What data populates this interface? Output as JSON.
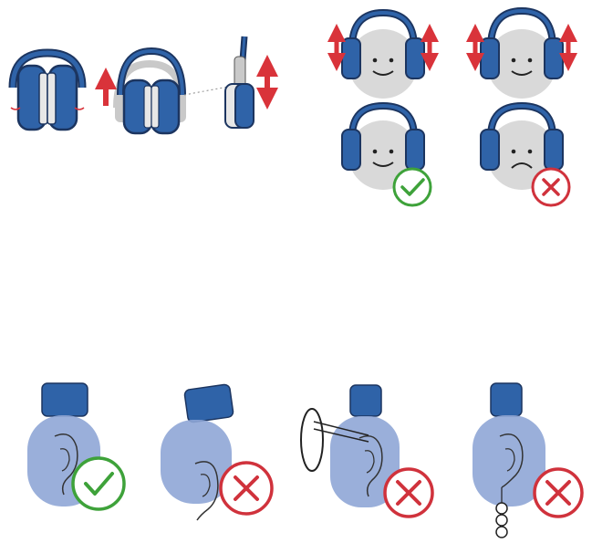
{
  "colors": {
    "cup_blue": "#2f63a8",
    "cup_outline": "#1c3560",
    "cushion_grey": "#e7e7e7",
    "head_grey": "#d9d9d9",
    "ghost_grey": "#c9c9c9",
    "arrow_red": "#d9333a",
    "ok_green": "#3ea23a",
    "bad_red": "#d0323c",
    "ear_fill": "#8fa6d6",
    "ear_pad_blue": "#2b5fa6"
  },
  "panels": {
    "adjust_steps": [
      "folded-earmuff",
      "extend-headband",
      "slide-cup"
    ],
    "fit_checks": [
      {
        "id": "head-adjust-left",
        "icon": "double-arrow-icon",
        "face": "smile"
      },
      {
        "id": "head-adjust-right",
        "icon": "double-arrow-icon",
        "face": "neutral"
      },
      {
        "id": "fit-correct",
        "icon": "check-icon",
        "face": "smile"
      },
      {
        "id": "fit-incorrect",
        "icon": "cross-icon",
        "face": "frown"
      }
    ],
    "ear_checks": [
      {
        "id": "ear-covered",
        "result": "check-icon"
      },
      {
        "id": "ear-cup-tilted",
        "result": "cross-icon"
      },
      {
        "id": "ear-glasses",
        "result": "cross-icon"
      },
      {
        "id": "ear-earring",
        "result": "cross-icon"
      }
    ]
  }
}
